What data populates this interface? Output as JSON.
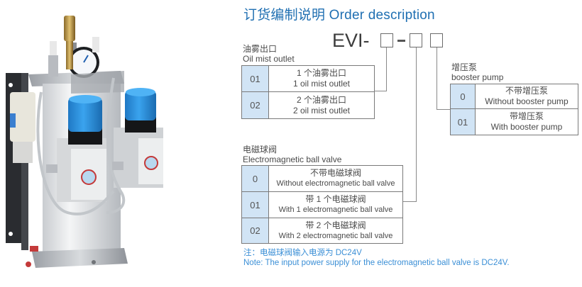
{
  "header": {
    "title": "订货编制说明 Order description"
  },
  "model_code": {
    "prefix": "EVI-",
    "separator": "-",
    "slots": [
      "",
      "",
      ""
    ]
  },
  "product_image": {
    "alt": "Oil mist lubricator unit with two blue-knob regulators, pressure gauge, filter and booster pump"
  },
  "oil_mist_outlet": {
    "label_zh": "油雾出口",
    "label_en": "Oil mist outlet",
    "options": [
      {
        "code": "01",
        "zh": "1 个油雾出口",
        "en": "1 oil mist outlet"
      },
      {
        "code": "02",
        "zh": "2 个油雾出口",
        "en": "2 oil mist outlet"
      }
    ]
  },
  "booster_pump": {
    "label_zh": "增压泵",
    "label_en": "booster pump",
    "options": [
      {
        "code": "0",
        "zh": "不带增压泵",
        "en": "Without booster pump"
      },
      {
        "code": "01",
        "zh": "带增压泵",
        "en": "With booster pump"
      }
    ]
  },
  "ball_valve": {
    "label_zh": "电磁球阀",
    "label_en": "Electromagnetic ball valve",
    "options": [
      {
        "code": "0",
        "zh": "不带电磁球阀",
        "en": "Without electromagnetic ball valve"
      },
      {
        "code": "01",
        "zh": "带 1 个电磁球阀",
        "en": "With 1 electromagnetic ball valve"
      },
      {
        "code": "02",
        "zh": "带 2 个电磁球阀",
        "en": "With 2 electromagnetic ball valve"
      }
    ]
  },
  "note": {
    "zh": "注：电磁球阀输入电源为 DC24V",
    "en": "Note: The input power supply for the electromagnetic ball valve is DC24V."
  },
  "colors": {
    "title_blue": "#1f6fb2",
    "note_blue": "#3b8fd6",
    "code_cell_bg": "#d1e4f5",
    "knob_blue": "#2b8fd8"
  }
}
